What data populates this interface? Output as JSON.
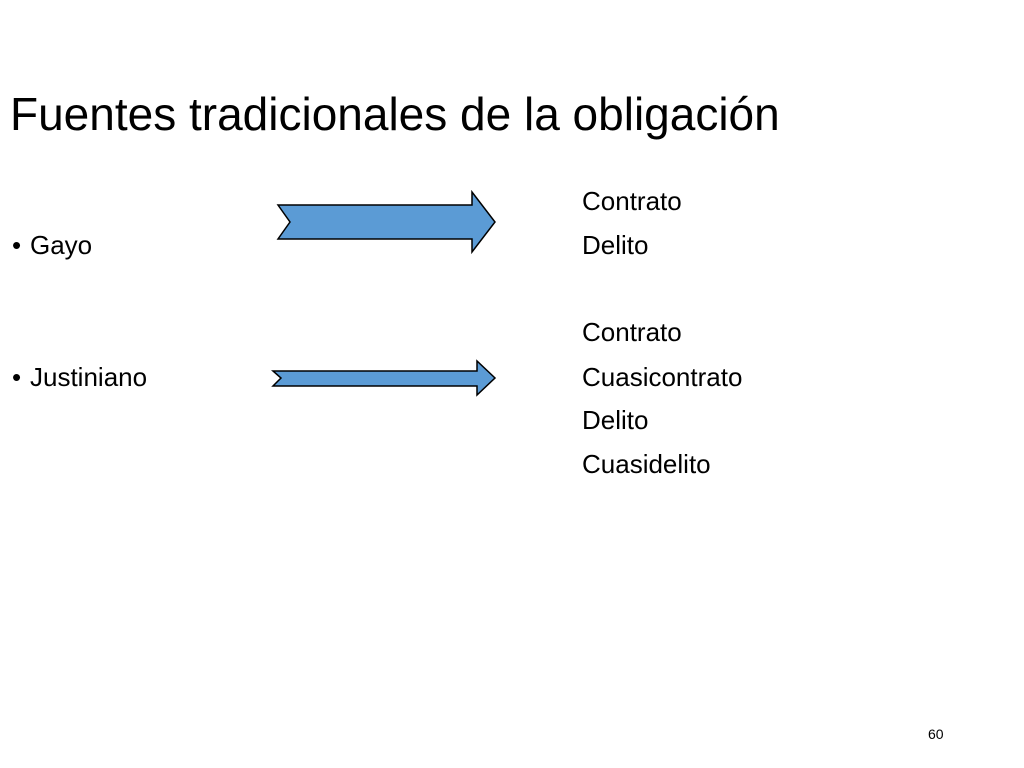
{
  "slide": {
    "title": "Fuentes tradicionales de la obligación",
    "page_number": "60",
    "bullets": [
      {
        "label": "Gayo",
        "sources": [
          "Contrato",
          "Delito"
        ]
      },
      {
        "label": "Justiniano",
        "sources": [
          "Contrato",
          "Cuasicontrato",
          "Delito",
          "Cuasidelito"
        ]
      }
    ],
    "bullet_symbol": "•",
    "arrow_fill": "#5b9bd5",
    "arrow_stroke": "#000000",
    "arrow_icon": "right-arrow-icon"
  }
}
